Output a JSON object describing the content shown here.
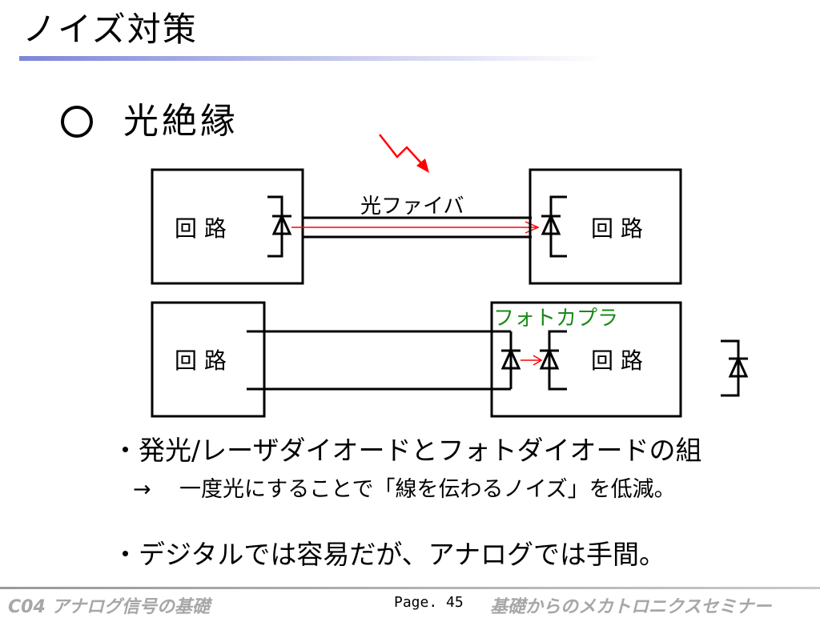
{
  "slide": {
    "title": "ノイズ対策",
    "section": "光絶縁"
  },
  "diagram": {
    "circuit_label": "回 路",
    "fiber_label": "光ファイバ",
    "coupler_label": "フォトカプラ",
    "colors": {
      "line": "#000000",
      "light": "#ff0000",
      "coupler_label": "#1a8a1a"
    }
  },
  "bullets": {
    "b1": "・発光/レーザダイオードとフォトダイオードの組",
    "b2_arrow": "→",
    "b2": "一度光にすることで「線を伝わるノイズ」を低減。",
    "b3": "・デジタルでは容易だが、アナログでは手間。"
  },
  "footer": {
    "left": "C04 アナログ信号の基礎",
    "page": "Page. 45",
    "right": "基礎からのメカトロニクスセミナー"
  }
}
